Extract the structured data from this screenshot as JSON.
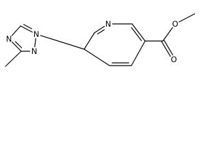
{
  "structure": {
    "atoms": [
      {
        "id": "a1",
        "element": "C",
        "label": ""
      },
      {
        "id": "a2",
        "element": "C",
        "label": ""
      },
      {
        "id": "a3",
        "element": "N",
        "label": "N"
      },
      {
        "id": "a4",
        "element": "C",
        "label": ""
      },
      {
        "id": "a5",
        "element": "N",
        "label": "N"
      },
      {
        "id": "a6",
        "element": "N",
        "label": "N"
      },
      {
        "id": "a7",
        "element": "C",
        "label": ""
      },
      {
        "id": "a8",
        "element": "C",
        "label": ""
      },
      {
        "id": "a9",
        "element": "N",
        "label": "N"
      },
      {
        "id": "a10",
        "element": "C",
        "label": ""
      },
      {
        "id": "a11",
        "element": "C",
        "label": ""
      },
      {
        "id": "a12",
        "element": "C",
        "label": ""
      },
      {
        "id": "a13",
        "element": "C",
        "label": ""
      },
      {
        "id": "a14",
        "element": "C",
        "label": ""
      },
      {
        "id": "a15",
        "element": "O",
        "label": "O"
      },
      {
        "id": "a16",
        "element": "O",
        "label": "O"
      },
      {
        "id": "a17",
        "element": "C",
        "label": ""
      }
    ],
    "bonds": [
      {
        "from": "a1",
        "to": "a2",
        "order": 1
      },
      {
        "from": "a2",
        "to": "a3",
        "order": 2
      },
      {
        "from": "a3",
        "to": "a4",
        "order": 1
      },
      {
        "from": "a4",
        "to": "a5",
        "order": 2
      },
      {
        "from": "a5",
        "to": "a6",
        "order": 1
      },
      {
        "from": "a6",
        "to": "a2",
        "order": 1
      },
      {
        "from": "a5",
        "to": "a7",
        "order": 1
      },
      {
        "from": "a7",
        "to": "a8",
        "order": 1
      },
      {
        "from": "a8",
        "to": "a9",
        "order": 2
      },
      {
        "from": "a9",
        "to": "a10",
        "order": 1
      },
      {
        "from": "a10",
        "to": "a11",
        "order": 2
      },
      {
        "from": "a11",
        "to": "a12",
        "order": 1
      },
      {
        "from": "a12",
        "to": "a13",
        "order": 2
      },
      {
        "from": "a13",
        "to": "a7",
        "order": 1
      },
      {
        "from": "a11",
        "to": "a14",
        "order": 1
      },
      {
        "from": "a14",
        "to": "a15",
        "order": 2
      },
      {
        "from": "a14",
        "to": "a16",
        "order": 1
      },
      {
        "from": "a16",
        "to": "a17",
        "order": 1
      }
    ]
  }
}
